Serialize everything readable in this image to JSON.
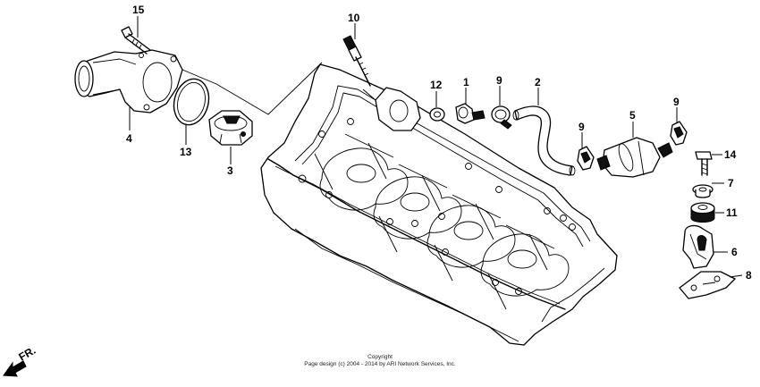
{
  "part_labels": {
    "p15": "15",
    "p10": "10",
    "p12": "12",
    "p1": "1",
    "p9a": "9",
    "p2": "2",
    "p4": "4",
    "p13": "13",
    "p3": "3",
    "p9b": "9",
    "p5": "5",
    "p9c": "9",
    "p14": "14",
    "p7": "7",
    "p11": "11",
    "p6": "6",
    "p8": "8"
  },
  "direction_indicator": "FR.",
  "copyright": {
    "line1": "Copyright",
    "line2": "Page design (c) 2004 - 2014 by ARI Network Services, Inc."
  }
}
